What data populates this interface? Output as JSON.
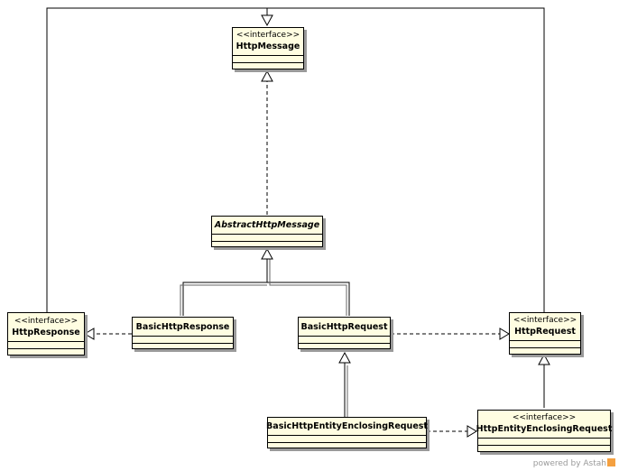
{
  "classes": {
    "http_message": {
      "stereotype": "<<interface>>",
      "name": "HttpMessage"
    },
    "abstract_http_message": {
      "name": "AbstractHttpMessage"
    },
    "http_response": {
      "stereotype": "<<interface>>",
      "name": "HttpResponse"
    },
    "basic_http_response": {
      "name": "BasicHttpResponse"
    },
    "basic_http_request": {
      "name": "BasicHttpRequest"
    },
    "http_request": {
      "stereotype": "<<interface>>",
      "name": "HttpRequest"
    },
    "basic_http_entity_enclosing_request": {
      "name": "BasicHttpEntityEnclosingRequest"
    },
    "http_entity_enclosing_request": {
      "stereotype": "<<interface>>",
      "name": "HttpEntityEnclosingRequest"
    }
  },
  "relations": [
    {
      "from": "AbstractHttpMessage",
      "to": "HttpMessage",
      "kind": "realization"
    },
    {
      "from": "HttpResponse",
      "to": "HttpMessage",
      "kind": "generalization"
    },
    {
      "from": "HttpRequest",
      "to": "HttpMessage",
      "kind": "generalization"
    },
    {
      "from": "BasicHttpResponse",
      "to": "AbstractHttpMessage",
      "kind": "generalization"
    },
    {
      "from": "BasicHttpRequest",
      "to": "AbstractHttpMessage",
      "kind": "generalization"
    },
    {
      "from": "BasicHttpResponse",
      "to": "HttpResponse",
      "kind": "realization"
    },
    {
      "from": "BasicHttpRequest",
      "to": "HttpRequest",
      "kind": "realization"
    },
    {
      "from": "BasicHttpEntityEnclosingRequest",
      "to": "BasicHttpRequest",
      "kind": "generalization"
    },
    {
      "from": "BasicHttpEntityEnclosingRequest",
      "to": "HttpEntityEnclosingRequest",
      "kind": "realization"
    },
    {
      "from": "HttpEntityEnclosingRequest",
      "to": "HttpRequest",
      "kind": "generalization"
    }
  ],
  "watermark": "powered by Astah"
}
